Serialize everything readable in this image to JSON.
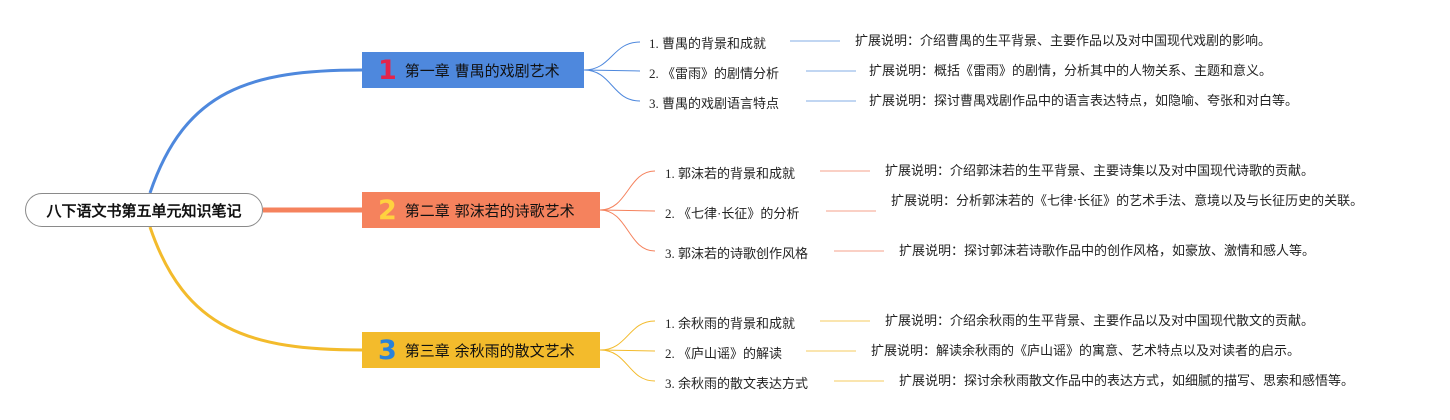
{
  "root": {
    "label": "八下语文书第五单元知识笔记"
  },
  "colors": {
    "blue": "#4e88dd",
    "orange": "#f5825d",
    "yellow": "#f3bb2c"
  },
  "chapters": [
    {
      "number": "1",
      "title": "第一章 曹禺的戏剧艺术",
      "topics": [
        {
          "label": "1. 曹禺的背景和成就",
          "note": "扩展说明：介绍曹禺的生平背景、主要作品以及对中国现代戏剧的影响。"
        },
        {
          "label": "2. 《雷雨》的剧情分析",
          "note": "扩展说明：概括《雷雨》的剧情，分析其中的人物关系、主题和意义。"
        },
        {
          "label": "3. 曹禺的戏剧语言特点",
          "note": "扩展说明：探讨曹禺戏剧作品中的语言表达特点，如隐喻、夸张和对白等。"
        }
      ]
    },
    {
      "number": "2",
      "title": "第二章 郭沫若的诗歌艺术",
      "topics": [
        {
          "label": "1. 郭沫若的背景和成就",
          "note": "扩展说明：介绍郭沫若的生平背景、主要诗集以及对中国现代诗歌的贡献。"
        },
        {
          "label": "2. 《七律·长征》的分析",
          "note": "扩展说明：分析郭沫若的《七律·长征》的艺术手法、意境以及与长征历史的关联。"
        },
        {
          "label": "3. 郭沫若的诗歌创作风格",
          "note": "扩展说明：探讨郭沫若诗歌作品中的创作风格，如豪放、激情和感人等。"
        }
      ]
    },
    {
      "number": "3",
      "title": "第三章 余秋雨的散文艺术",
      "topics": [
        {
          "label": "1. 余秋雨的背景和成就",
          "note": "扩展说明：介绍余秋雨的生平背景、主要作品以及对中国现代散文的贡献。"
        },
        {
          "label": "2. 《庐山谣》的解读",
          "note": "扩展说明：解读余秋雨的《庐山谣》的寓意、艺术特点以及对读者的启示。"
        },
        {
          "label": "3. 余秋雨的散文表达方式",
          "note": "扩展说明：探讨余秋雨散文作品中的表达方式，如细腻的描写、思索和感悟等。"
        }
      ]
    }
  ]
}
